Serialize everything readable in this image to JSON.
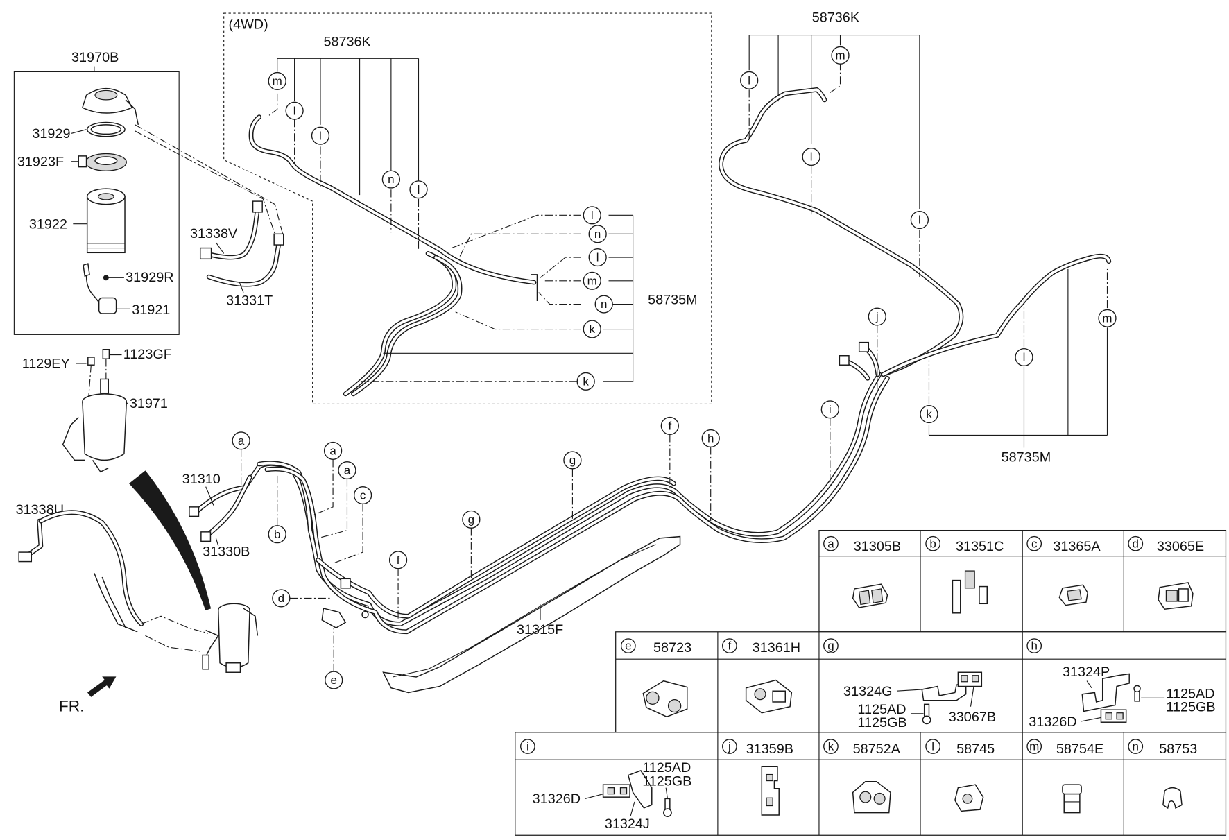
{
  "labels": {
    "4wd": "(4WD)",
    "p58736k_a": "58736K",
    "p58736k_b": "58736K",
    "p31970b": "31970B",
    "p31929": "31929",
    "p31923f": "31923F",
    "p31922": "31922",
    "p31929r": "31929R",
    "p31921": "31921",
    "p31338v": "31338V",
    "p31331t": "31331T",
    "p1129ey": "1129EY",
    "p1123gf": "1123GF",
    "p31971": "31971",
    "p31338u": "31338U",
    "p31310": "31310",
    "p31330b": "31330B",
    "p31315f": "31315F",
    "p58735m_a": "58735M",
    "p58735m_b": "58735M",
    "fr": "FR."
  },
  "callout_letters": {
    "a": "a",
    "b": "b",
    "c": "c",
    "d": "d",
    "e": "e",
    "f": "f",
    "g": "g",
    "h": "h",
    "i": "i",
    "j": "j",
    "k": "k",
    "l": "l",
    "m": "m",
    "n": "n"
  },
  "legend": {
    "row1": [
      {
        "letter": "a",
        "part": "31305B"
      },
      {
        "letter": "b",
        "part": "31351C"
      },
      {
        "letter": "c",
        "part": "31365A"
      },
      {
        "letter": "d",
        "part": "33065E"
      }
    ],
    "row2": [
      {
        "letter": "e",
        "part": "58723"
      },
      {
        "letter": "f",
        "part": "31361H"
      },
      {
        "letter": "g",
        "part": ""
      },
      {
        "letter": "h",
        "part": ""
      }
    ],
    "row3": [
      {
        "letter": "i",
        "part": ""
      },
      {
        "letter": "j",
        "part": "31359B"
      },
      {
        "letter": "k",
        "part": "58752A"
      },
      {
        "letter": "l",
        "part": "58745"
      },
      {
        "letter": "m",
        "part": "58754E"
      },
      {
        "letter": "n",
        "part": "58753"
      }
    ],
    "g_parts": {
      "bracket": "31324G",
      "bolt1": "1125AD",
      "bolt2": "1125GB",
      "clip": "33067B"
    },
    "h_parts": {
      "bracket": "31324P",
      "bolt1": "1125AD",
      "bolt2": "1125GB",
      "clip": "31326D"
    },
    "i_parts": {
      "clip": "31326D",
      "bolt1": "1125AD",
      "bolt2": "1125GB",
      "bracket": "31324J"
    }
  }
}
